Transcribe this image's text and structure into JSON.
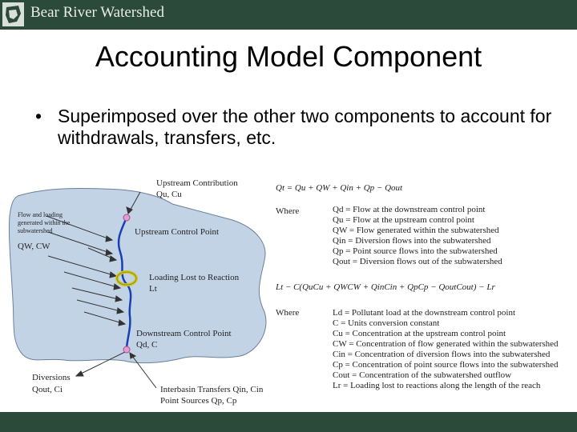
{
  "header": {
    "brand": "Bear River Watershed"
  },
  "slide": {
    "title": "Accounting Model Component",
    "bullet": "Superimposed over the other two components to account for withdrawals, transfers, etc."
  },
  "diagram": {
    "upstream_contribution": "Upstream Contribution",
    "upstream_vars": "Qu, Cu",
    "flow_loading": [
      "Flow and loading",
      "generated within the",
      "subwatershed"
    ],
    "flow_vars": "QW, CW",
    "upstream_point": "Upstream Control Point",
    "loading_lost": "Loading Lost to Reaction",
    "loading_var": "Lt",
    "downstream_point": "Downstream Control Point",
    "downstream_vars": "Qd, C",
    "diversions": "Diversions",
    "diversions_vars": "Qout, Ci",
    "interbasin": "Interbasin Transfers Qin, Cin",
    "point_sources": "Point Sources Qp, Cp"
  },
  "equations": {
    "eq1": "Qt = Qu + QW + Qin + Qp − Qout",
    "where1": "Where",
    "defs1": [
      "Qd = Flow at the downstream control point",
      "Qu = Flow at the upstream control point",
      "QW = Flow generated within the subwatershed",
      "Qin = Diversion flows into the subwatershed",
      "Qp = Point source flows into the subwatershed",
      "Qout = Diversion flows out of the subwatershed"
    ],
    "eq2": "Lt − C(QuCu + QWCW + QinCin + QpCp − QoutCout) − Lr",
    "where2": "Where",
    "defs2": [
      "Ld = Pollutant load at the downstream control point",
      "C = Units conversion constant",
      "Cu = Concentration at the upstream control point",
      "CW = Concentration of flow generated within the subwatershed",
      "Cin = Concentration of diversion flows into the subwatershed",
      "Cp = Concentration of point source flows into the subwatershed",
      "Cout = Concentration of the subwatershed outflow",
      "Lr = Loading lost to reactions along the length of the reach"
    ]
  },
  "colors": {
    "bar": "#2c4a3a",
    "watershed": "#c3d3e6",
    "river": "#1a3fb5",
    "node": "#e59bd0"
  }
}
